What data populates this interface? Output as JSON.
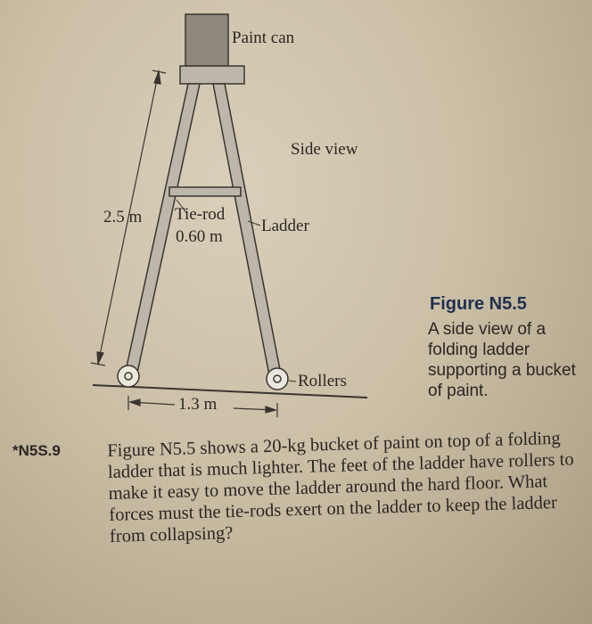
{
  "figure": {
    "labels": {
      "paint_can": "Paint can",
      "side_view": "Side view",
      "height": "2.5 m",
      "tie_rod": "Tie-rod",
      "tie_rod_length": "0.60 m",
      "ladder": "Ladder",
      "rollers": "Rollers",
      "base_width": "1.3 m"
    },
    "title": "Figure N5.5",
    "caption": "A side view of a folding ladder supporting a bucket of paint."
  },
  "problem": {
    "number": "*N5S.9",
    "text": "Figure N5.5 shows a 20-kg bucket of paint on top of a folding ladder that is much lighter. The feet of the ladder have rollers to make it easy to move the ladder around the hard floor. What forces must the tie-rods exert on the ladder to keep the ladder from collapsing?"
  },
  "colors": {
    "ladder_rail": "#bcb6ab",
    "outline": "#3a3530",
    "can": "#8d877d",
    "title_blue": "#1f3050"
  }
}
